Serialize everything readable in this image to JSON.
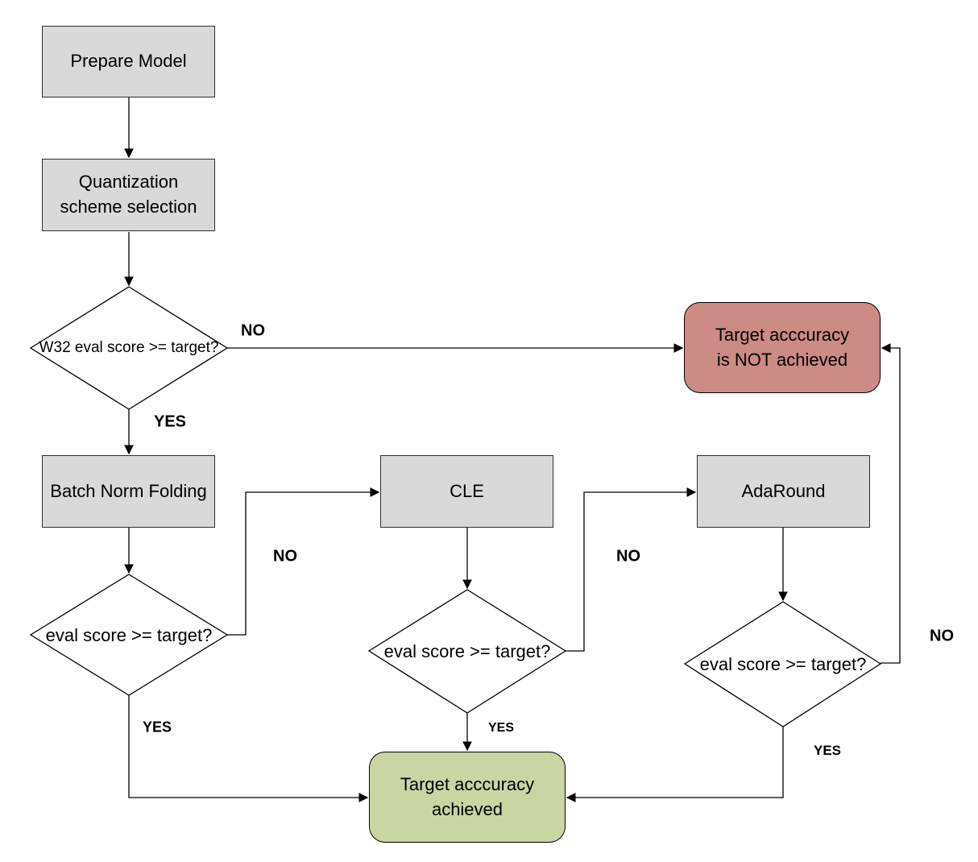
{
  "diagram": {
    "type": "flowchart",
    "background": "#ffffff",
    "colors": {
      "process_fill": "#d9d9d9",
      "process_border": "#2e2e2e",
      "decision_fill": "#ffffff",
      "decision_border": "#000000",
      "fail_fill": "#cc8b84",
      "success_fill": "#c9d6a4",
      "terminal_border": "#000000",
      "connector": "#000000",
      "text": "#000000"
    },
    "nodes": {
      "prepare_model": "Prepare Model",
      "quant_scheme": "Quantization scheme selection",
      "w32_check": "W32 eval score >= target?",
      "fail": "Target acccuracy is NOT achieved",
      "bnf": "Batch Norm Folding",
      "bnf_check": "eval score >= target?",
      "cle": "CLE",
      "cle_check": "eval score >= target?",
      "adaround": "AdaRound",
      "adaround_check": "eval score >= target?",
      "success": "Target acccuracy achieved"
    },
    "edge_labels": {
      "w32_no": "NO",
      "w32_yes": "YES",
      "bnf_no": "NO",
      "bnf_yes": "YES",
      "cle_no": "NO",
      "cle_yes": "YES",
      "adaround_no": "NO",
      "adaround_yes": "YES"
    }
  }
}
